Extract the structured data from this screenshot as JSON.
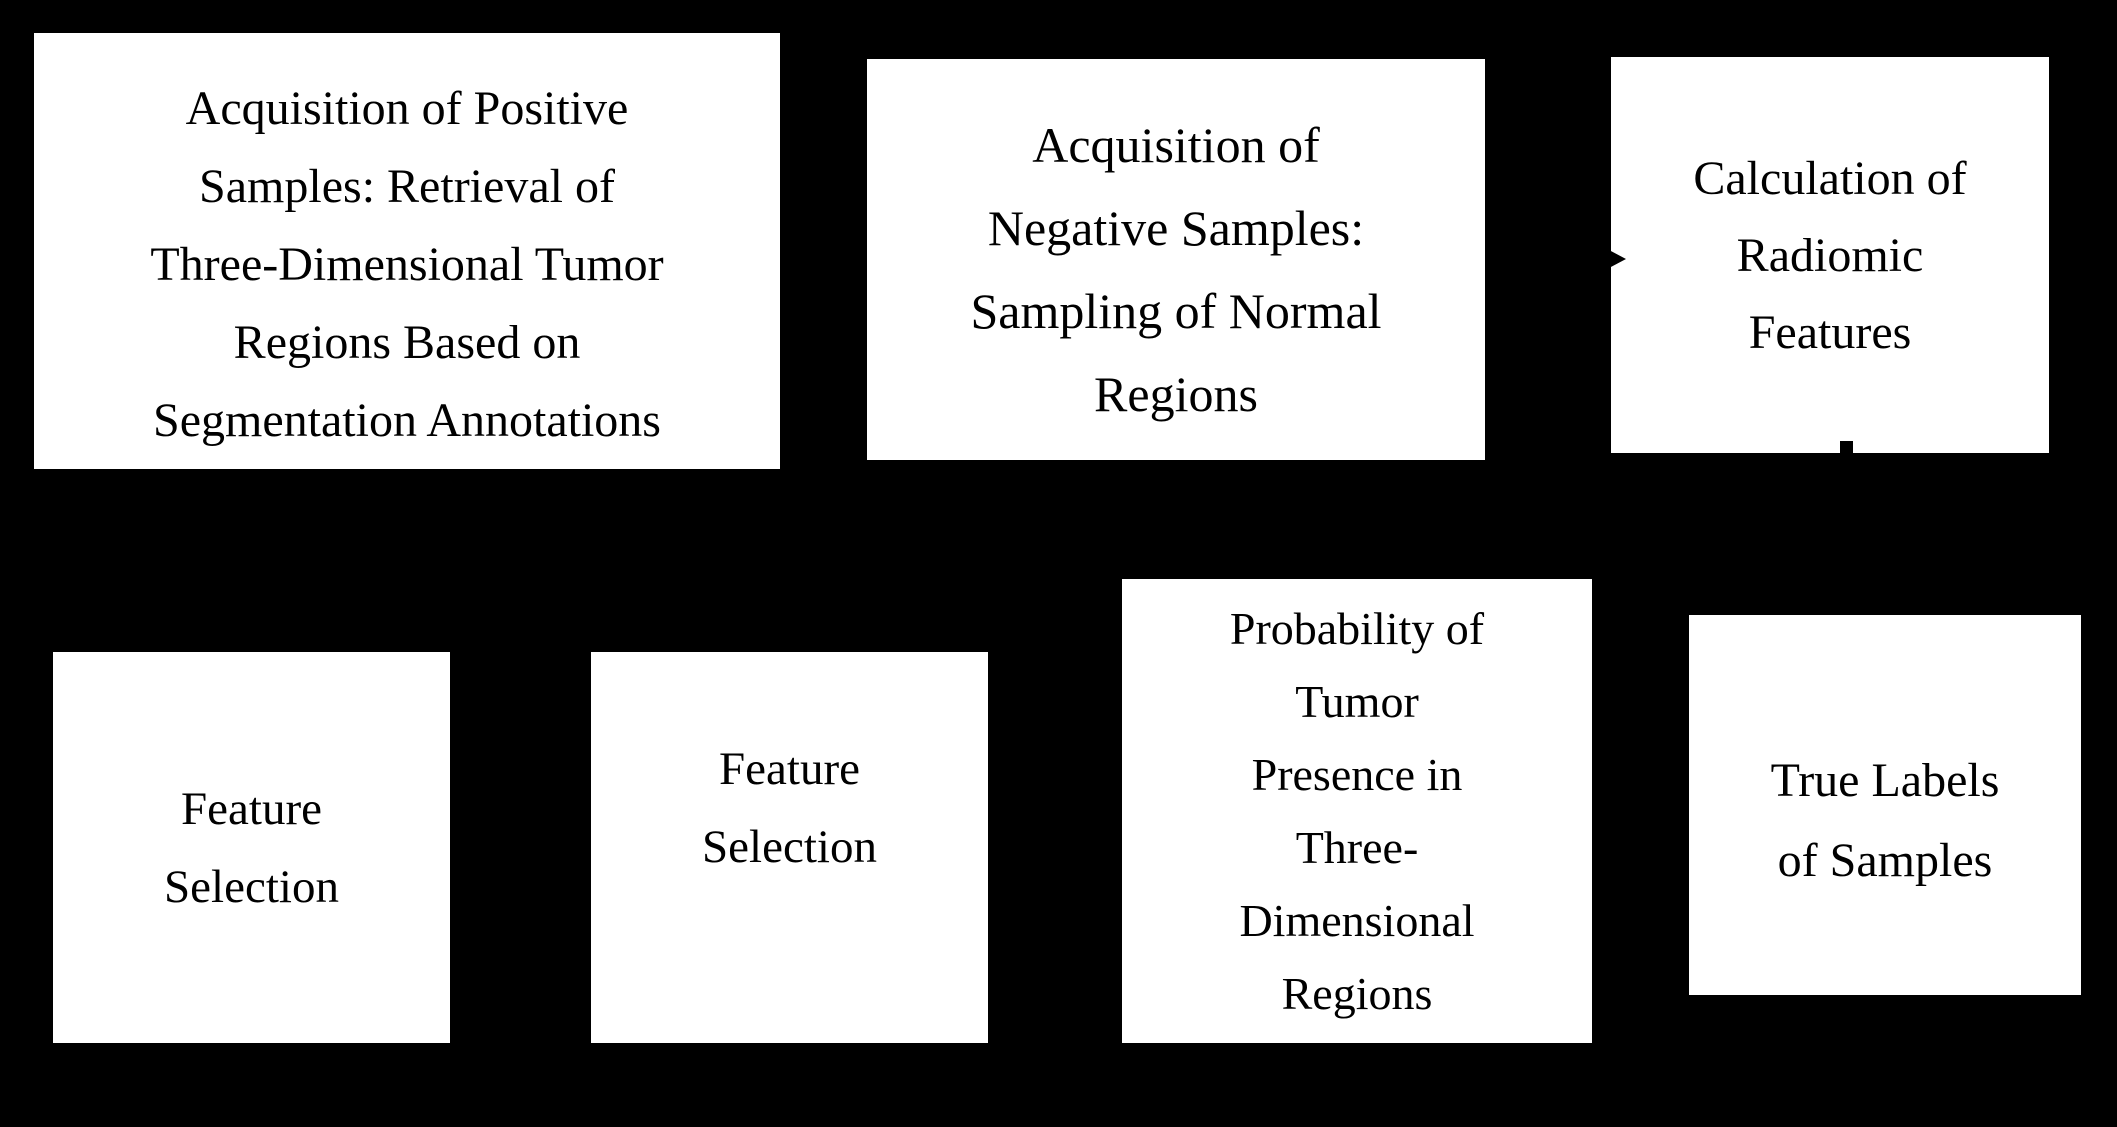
{
  "figure": {
    "type": "flowchart",
    "background_color": "#000000",
    "node_fill_color": "#ffffff",
    "node_text_color": "#000000",
    "nodes": [
      {
        "id": "acquisition-positive-samples",
        "label": "Acquisition of Positive\nSamples: Retrieval of\nThree-Dimensional Tumor\nRegions Based on\nSegmentation Annotations"
      },
      {
        "id": "acquisition-negative-samples",
        "label": "Acquisition of\nNegative Samples:\nSampling of Normal\nRegions"
      },
      {
        "id": "calculation-radiomic-features",
        "label": "Calculation of\nRadiomic\nFeatures"
      },
      {
        "id": "feature-selection-1",
        "label": "Feature\nSelection"
      },
      {
        "id": "feature-selection-2",
        "label": "Feature\nSelection"
      },
      {
        "id": "tumor-presence-probability",
        "label": "Probability of\nTumor\nPresence in\nThree-\nDimensional\nRegions"
      },
      {
        "id": "true-labels-of-samples",
        "label": "True Labels\nof Samples"
      }
    ],
    "connectors": [
      {
        "id": "arrowhead-into-calculation",
        "description": "right-pointing arrowhead entering the left edge of the Calculation of Radiomic Features box"
      },
      {
        "id": "stub-below-calculation",
        "description": "short line stub crossing the bottom edge of the Calculation of Radiomic Features box"
      }
    ]
  }
}
